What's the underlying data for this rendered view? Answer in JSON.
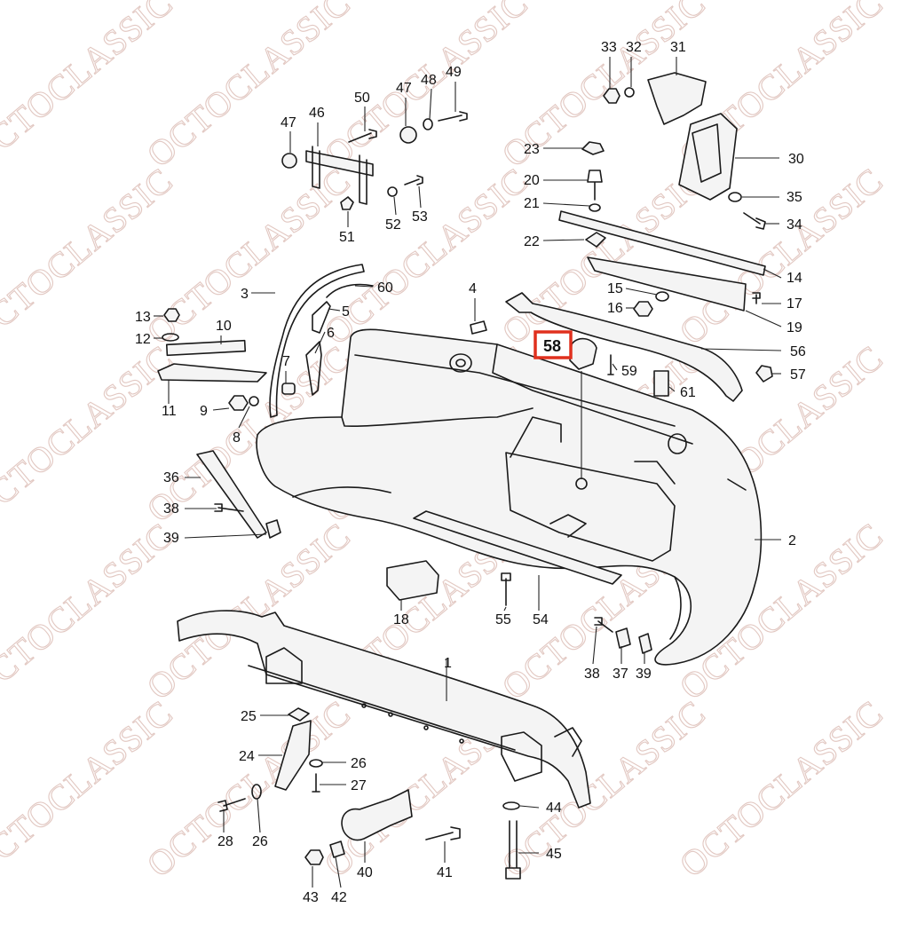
{
  "watermark": {
    "text": "OCTOCLASSIC",
    "color": "#e2c8c2"
  },
  "highlight": {
    "part": "58",
    "color": "#e0301e"
  },
  "labels": [
    {
      "id": "1",
      "text": "1"
    },
    {
      "id": "2",
      "text": "2"
    },
    {
      "id": "3",
      "text": "3"
    },
    {
      "id": "4",
      "text": "4"
    },
    {
      "id": "5",
      "text": "5"
    },
    {
      "id": "6",
      "text": "6"
    },
    {
      "id": "7",
      "text": "7"
    },
    {
      "id": "8",
      "text": "8"
    },
    {
      "id": "9",
      "text": "9"
    },
    {
      "id": "10",
      "text": "10"
    },
    {
      "id": "11",
      "text": "11"
    },
    {
      "id": "12",
      "text": "12"
    },
    {
      "id": "13",
      "text": "13"
    },
    {
      "id": "14",
      "text": "14"
    },
    {
      "id": "15",
      "text": "15"
    },
    {
      "id": "16",
      "text": "16"
    },
    {
      "id": "17",
      "text": "17"
    },
    {
      "id": "18",
      "text": "18"
    },
    {
      "id": "19",
      "text": "19"
    },
    {
      "id": "20",
      "text": "20"
    },
    {
      "id": "21",
      "text": "21"
    },
    {
      "id": "22",
      "text": "22"
    },
    {
      "id": "23",
      "text": "23"
    },
    {
      "id": "24",
      "text": "24"
    },
    {
      "id": "25",
      "text": "25"
    },
    {
      "id": "26a",
      "text": "26"
    },
    {
      "id": "26b",
      "text": "26"
    },
    {
      "id": "27",
      "text": "27"
    },
    {
      "id": "28",
      "text": "28"
    },
    {
      "id": "30",
      "text": "30"
    },
    {
      "id": "31",
      "text": "31"
    },
    {
      "id": "32",
      "text": "32"
    },
    {
      "id": "33",
      "text": "33"
    },
    {
      "id": "34",
      "text": "34"
    },
    {
      "id": "35",
      "text": "35"
    },
    {
      "id": "36",
      "text": "36"
    },
    {
      "id": "37",
      "text": "37"
    },
    {
      "id": "38a",
      "text": "38"
    },
    {
      "id": "38b",
      "text": "38"
    },
    {
      "id": "39a",
      "text": "39"
    },
    {
      "id": "39b",
      "text": "39"
    },
    {
      "id": "40",
      "text": "40"
    },
    {
      "id": "41",
      "text": "41"
    },
    {
      "id": "42",
      "text": "42"
    },
    {
      "id": "43",
      "text": "43"
    },
    {
      "id": "44",
      "text": "44"
    },
    {
      "id": "45",
      "text": "45"
    },
    {
      "id": "46",
      "text": "46"
    },
    {
      "id": "47a",
      "text": "47"
    },
    {
      "id": "47b",
      "text": "47"
    },
    {
      "id": "48",
      "text": "48"
    },
    {
      "id": "49",
      "text": "49"
    },
    {
      "id": "50",
      "text": "50"
    },
    {
      "id": "51",
      "text": "51"
    },
    {
      "id": "52",
      "text": "52"
    },
    {
      "id": "53",
      "text": "53"
    },
    {
      "id": "54",
      "text": "54"
    },
    {
      "id": "55",
      "text": "55"
    },
    {
      "id": "56",
      "text": "56"
    },
    {
      "id": "57",
      "text": "57"
    },
    {
      "id": "58",
      "text": "58"
    },
    {
      "id": "59",
      "text": "59"
    },
    {
      "id": "60",
      "text": "60"
    },
    {
      "id": "61",
      "text": "61"
    }
  ]
}
